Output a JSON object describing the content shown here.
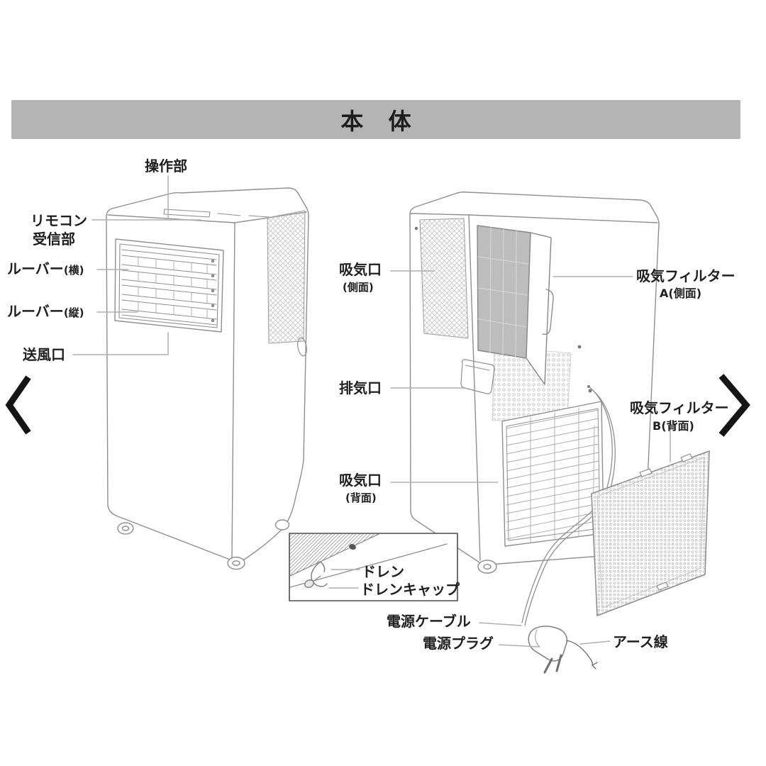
{
  "header": {
    "title": "本 体"
  },
  "labels": {
    "control_panel": "操作部",
    "remote_receiver_1": "リモコン",
    "remote_receiver_2": "受信部",
    "louver_h": "ルーバー",
    "louver_h_sub": "(横)",
    "louver_v": "ルーバー",
    "louver_v_sub": "(縦)",
    "air_outlet": "送風口",
    "intake_side": "吸気口",
    "intake_side_sub": "(側面)",
    "filter_a": "吸気フィルター",
    "filter_a_sub": "A(側面)",
    "exhaust": "排気口",
    "filter_b": "吸気フィルター",
    "filter_b_sub": "B(背面)",
    "intake_back": "吸気口",
    "intake_back_sub": "(背面)",
    "drain": "ドレン",
    "drain_cap": "ドレンキャップ",
    "power_cable": "電源ケーブル",
    "power_plug": "電源プラグ",
    "earth_wire": "アース線"
  },
  "colors": {
    "header_bar": "#b4b4b4",
    "diagram_line": "#8f8f8f",
    "leader_line": "#b0b0b0",
    "filter_panel_fill": "#bdbdbd",
    "text": "#1f1f1f",
    "chevron": "#151515",
    "background": "#ffffff"
  }
}
